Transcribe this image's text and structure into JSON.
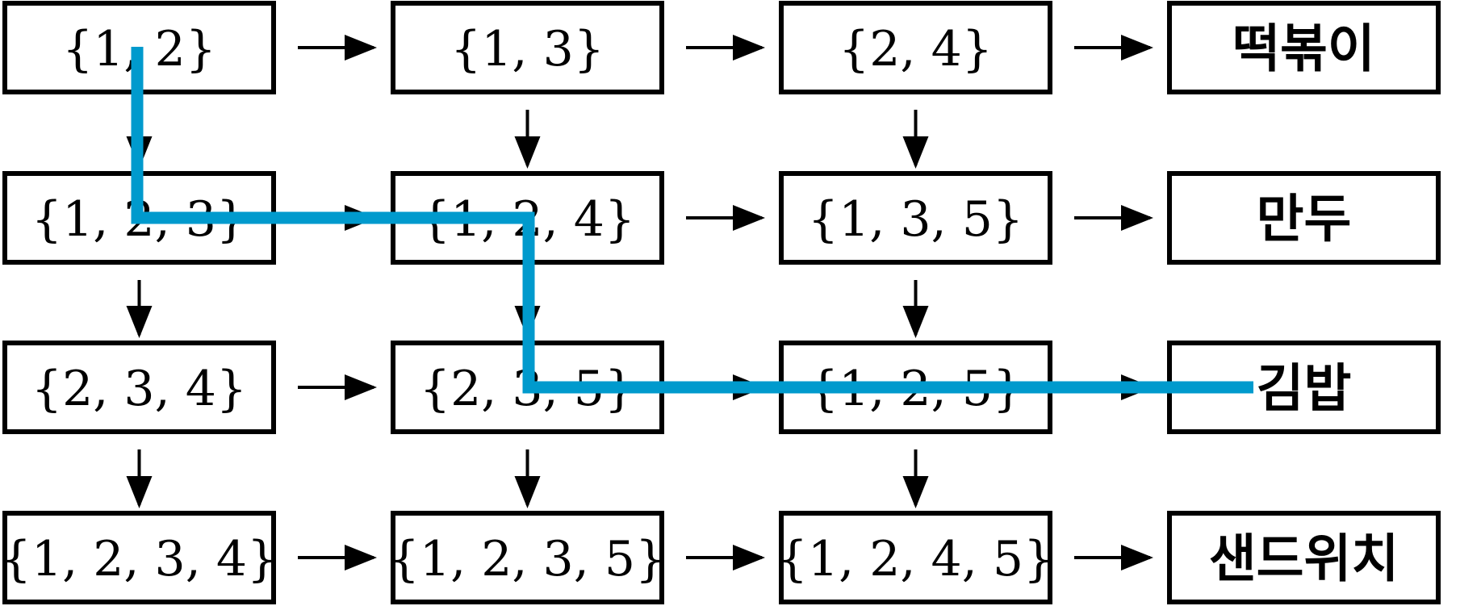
{
  "diagram": {
    "type": "flow-grid",
    "nodes": [
      {
        "id": "n00",
        "label": "{1, 2}"
      },
      {
        "id": "n01",
        "label": "{1, 3}"
      },
      {
        "id": "n02",
        "label": "{2, 4}"
      },
      {
        "id": "n03",
        "label": "떡볶이"
      },
      {
        "id": "n10",
        "label": "{1, 2, 3}"
      },
      {
        "id": "n11",
        "label": "{1, 2, 4}"
      },
      {
        "id": "n12",
        "label": "{1, 3, 5}"
      },
      {
        "id": "n13",
        "label": "만두"
      },
      {
        "id": "n20",
        "label": "{2, 3, 4}"
      },
      {
        "id": "n21",
        "label": "{2, 3, 5}"
      },
      {
        "id": "n22",
        "label": "{1, 2, 5}"
      },
      {
        "id": "n23",
        "label": "김밥"
      },
      {
        "id": "n30",
        "label": "{1, 2, 3, 4}"
      },
      {
        "id": "n31",
        "label": "{1, 2, 3, 5}"
      },
      {
        "id": "n32",
        "label": "{1, 2, 4, 5}"
      },
      {
        "id": "n33",
        "label": "샌드위치"
      }
    ],
    "edges": [
      {
        "from": "n00",
        "to": "n01"
      },
      {
        "from": "n01",
        "to": "n02"
      },
      {
        "from": "n02",
        "to": "n03"
      },
      {
        "from": "n10",
        "to": "n11"
      },
      {
        "from": "n11",
        "to": "n12"
      },
      {
        "from": "n12",
        "to": "n13"
      },
      {
        "from": "n20",
        "to": "n21"
      },
      {
        "from": "n21",
        "to": "n22"
      },
      {
        "from": "n22",
        "to": "n23"
      },
      {
        "from": "n30",
        "to": "n31"
      },
      {
        "from": "n31",
        "to": "n32"
      },
      {
        "from": "n32",
        "to": "n33"
      },
      {
        "from": "n00",
        "to": "n10"
      },
      {
        "from": "n10",
        "to": "n20"
      },
      {
        "from": "n20",
        "to": "n30"
      },
      {
        "from": "n01",
        "to": "n11"
      },
      {
        "from": "n11",
        "to": "n21"
      },
      {
        "from": "n21",
        "to": "n31"
      },
      {
        "from": "n02",
        "to": "n12"
      },
      {
        "from": "n12",
        "to": "n22"
      },
      {
        "from": "n22",
        "to": "n32"
      }
    ],
    "highlight_path": {
      "color": "#009ACD",
      "nodes": [
        "n00",
        "n10",
        "n11",
        "n21",
        "n22",
        "n23"
      ]
    }
  }
}
